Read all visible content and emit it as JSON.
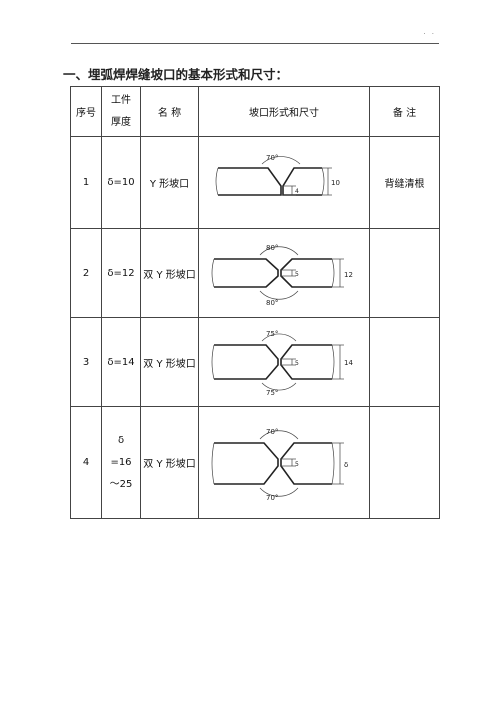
{
  "header": {
    "mark": "· ·"
  },
  "title": "一、埋弧焊焊缝坡口的基本形式和尺寸：",
  "table": {
    "columns": {
      "no": "序号",
      "thickness_line1": "工件",
      "thickness_line2": "厚度",
      "name": "名 称",
      "form": "坡口形式和尺寸",
      "remark": "备 注"
    },
    "rows": [
      {
        "no": "1",
        "thickness": "δ=10",
        "name": "Y 形坡口",
        "remark": "背缝清根",
        "drawing": {
          "angle": "70°",
          "root": "4",
          "thick": "10"
        }
      },
      {
        "no": "2",
        "thickness": "δ=12",
        "name": "双 Y 形坡口",
        "remark": "",
        "drawing": {
          "angle_top": "80°",
          "angle_bottom": "80°",
          "root": "5",
          "thick": "12"
        }
      },
      {
        "no": "3",
        "thickness": "δ=14",
        "name": "双 Y 形坡口",
        "remark": "",
        "drawing": {
          "angle_top": "75°",
          "angle_bottom": "75°",
          "root": "5",
          "thick": "14"
        }
      },
      {
        "no": "4",
        "thickness_lines": [
          "δ",
          "=16",
          "～25"
        ],
        "name": "双 Y 形坡口",
        "remark": "",
        "drawing": {
          "angle_top": "70°",
          "angle_bottom": "70°",
          "root": "5",
          "thick": "δ"
        }
      }
    ]
  }
}
